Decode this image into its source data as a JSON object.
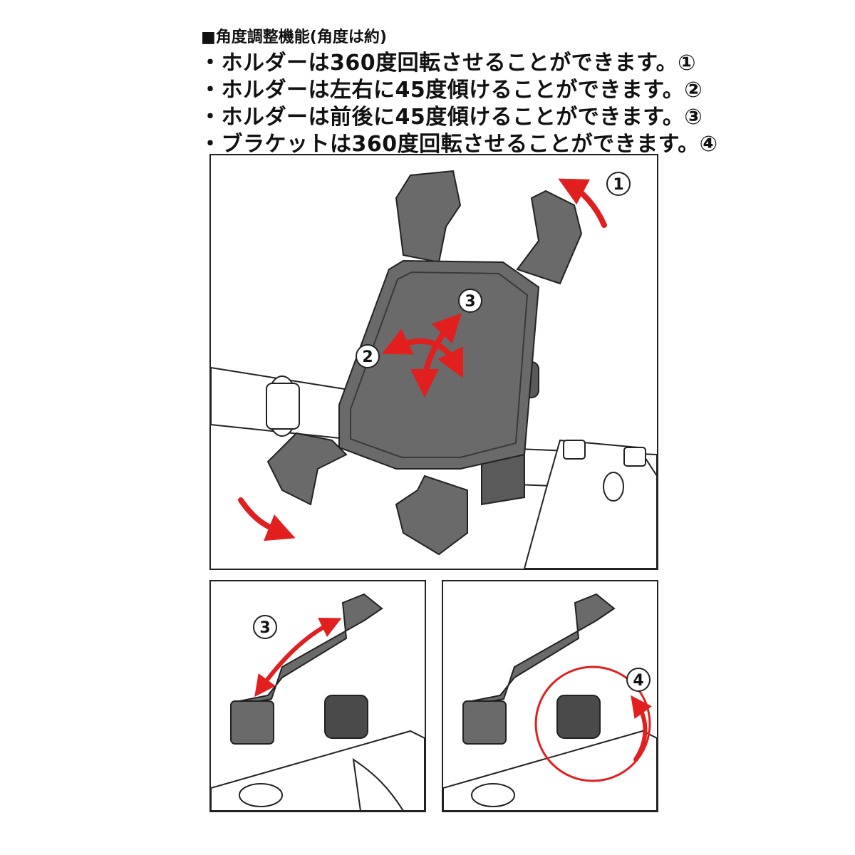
{
  "heading": "■角度調整機能(角度は約)",
  "lines": [
    "・ホルダーは360度回転させることができます。①",
    "・ホルダーは左右に45度傾けることができます。②",
    "・ホルダーは前後に45度傾けることができます。③",
    "・ブラケットは360度回転させることができます。④"
  ],
  "badges": {
    "one": "1",
    "two": "2",
    "three": "3",
    "three_tilt": "3",
    "four": "4"
  },
  "colors": {
    "arrow": "#e21f1f",
    "holder": "#6a6a6a",
    "holder_dark": "#4a4a4a",
    "outline": "#222222"
  }
}
